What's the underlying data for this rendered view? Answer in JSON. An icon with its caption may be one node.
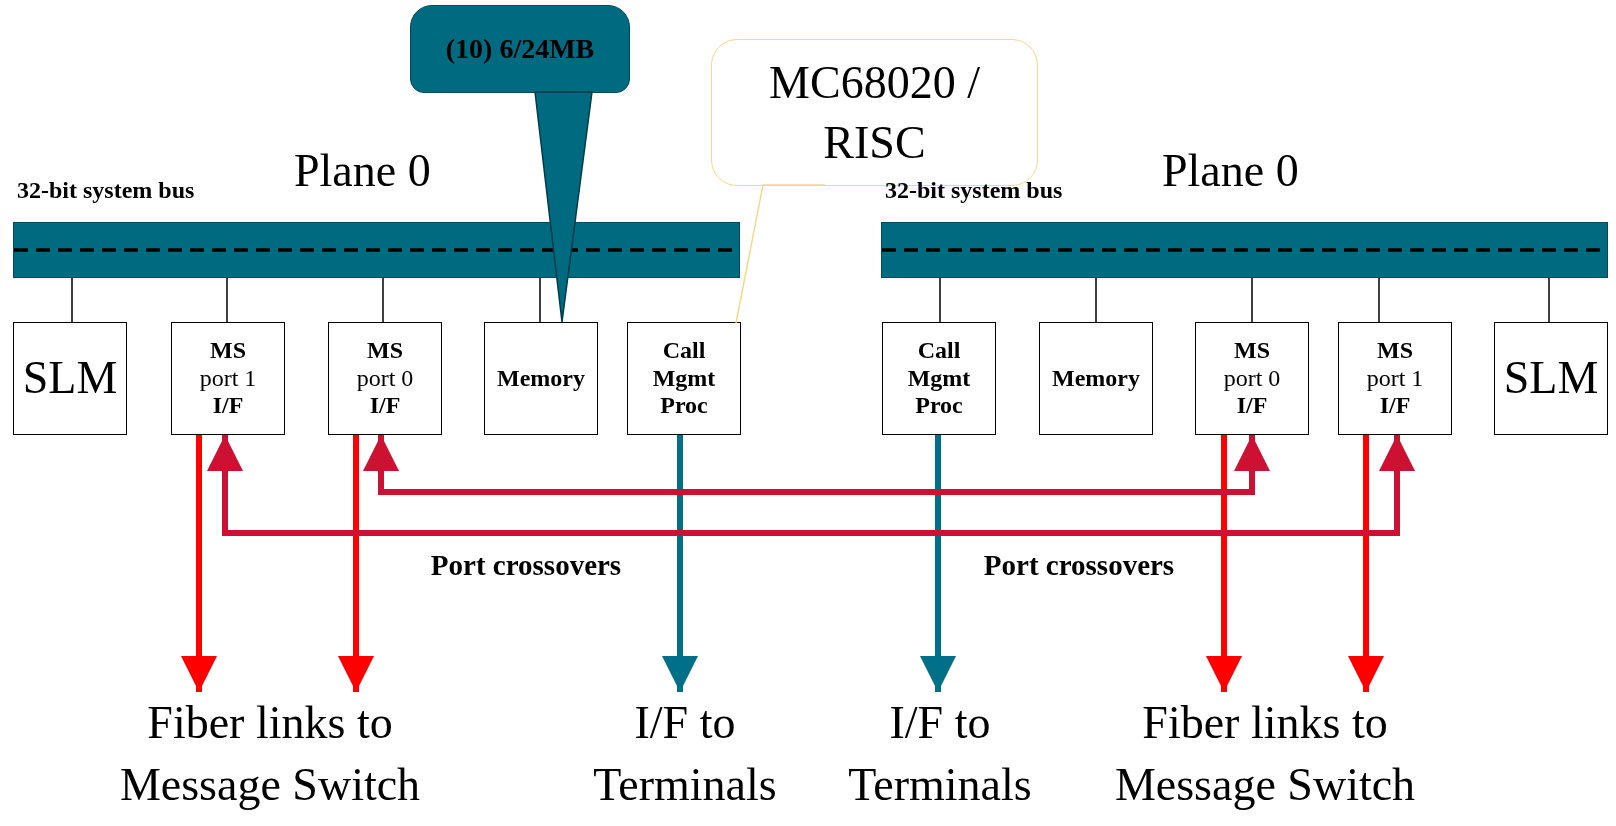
{
  "diagram": {
    "nodes": [
      {
        "text": [
          "(10) 6/24MB"
        ]
      },
      {
        "text": [
          "MC68020 / RISC"
        ]
      },
      {
        "text": [
          "32-bit system bus",
          "Plane 0"
        ]
      },
      {
        "text": [
          "32-bit system bus",
          "Plane 0"
        ]
      },
      {
        "text": [
          "SLM"
        ]
      },
      {
        "text": [
          "MS",
          "port 1",
          "I/F"
        ]
      },
      {
        "text": [
          "MS",
          "port 0",
          "I/F"
        ]
      },
      {
        "text": [
          "Memory"
        ]
      },
      {
        "text": [
          "Call Mgmt Proc"
        ]
      },
      {
        "text": [
          "Call Mgmt Proc"
        ]
      },
      {
        "text": [
          "Memory"
        ]
      },
      {
        "text": [
          "MS",
          "port 0",
          "I/F"
        ]
      },
      {
        "text": [
          "MS",
          "port 1",
          "I/F"
        ]
      },
      {
        "text": [
          "SLM"
        ]
      },
      {
        "text": [
          "Fiber links to Message Switch"
        ]
      },
      {
        "text": [
          "I/F to Terminals"
        ]
      },
      {
        "text": [
          "I/F to Terminals"
        ]
      },
      {
        "text": [
          "Fiber links to Message Switch"
        ]
      }
    ],
    "edges": [
      {
        "from": 2,
        "to": 4,
        "arrow": "none"
      },
      {
        "from": 2,
        "to": 5,
        "arrow": "none"
      },
      {
        "from": 2,
        "to": 6,
        "arrow": "none"
      },
      {
        "from": 2,
        "to": 7,
        "arrow": "none"
      },
      {
        "from": 3,
        "to": 9,
        "arrow": "none"
      },
      {
        "from": 3,
        "to": 10,
        "arrow": "none"
      },
      {
        "from": 3,
        "to": 11,
        "arrow": "none"
      },
      {
        "from": 3,
        "to": 12,
        "arrow": "none"
      },
      {
        "from": 3,
        "to": 13,
        "arrow": "none"
      },
      {
        "from": 0,
        "to": 7,
        "arrow": "none",
        "color": "#006b80"
      },
      {
        "from": 1,
        "to": 8,
        "arrow": "none",
        "color": "#f2d98c"
      },
      {
        "from": 5,
        "to": 14,
        "arrow": "to",
        "style": "thick",
        "color": "#ff0000"
      },
      {
        "from": 6,
        "to": 14,
        "arrow": "to",
        "style": "thick",
        "color": "#ff0000"
      },
      {
        "from": 8,
        "to": 15,
        "arrow": "to",
        "style": "thick",
        "color": "#007088"
      },
      {
        "from": 9,
        "to": 16,
        "arrow": "to",
        "style": "thick",
        "color": "#007088"
      },
      {
        "from": 11,
        "to": 17,
        "arrow": "to",
        "style": "thick",
        "color": "#ff0000"
      },
      {
        "from": 12,
        "to": 17,
        "arrow": "to",
        "style": "thick",
        "color": "#ff0000"
      },
      {
        "from": 6,
        "to": 11,
        "arrow": "both",
        "style": "thick",
        "color": "#cc1133"
      },
      {
        "from": 5,
        "to": 12,
        "arrow": "both",
        "style": "thick",
        "color": "#cc1133"
      }
    ],
    "labels": [
      "Port crossovers",
      "Port crossovers"
    ]
  }
}
